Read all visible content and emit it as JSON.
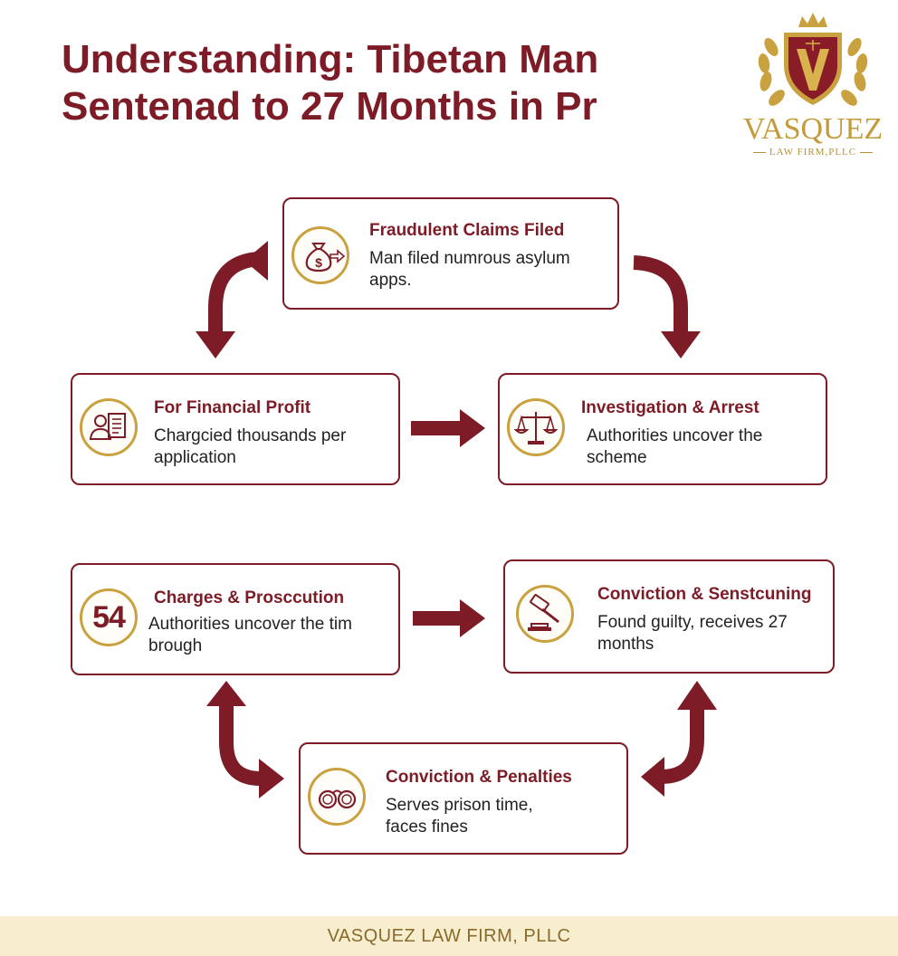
{
  "title": {
    "line1": "Understanding: Tibetan Man",
    "line2": "Sentenad to 27 Months in Pr"
  },
  "logo": {
    "name": "VASQUEZ",
    "sub": "LAW FIRM,PLLC"
  },
  "nodes": {
    "fraud": {
      "title": "Fraudulent Claims Filed",
      "desc": "Man filed numrous asylum apps.",
      "icon": "money-bag-icon"
    },
    "profit": {
      "title": "For Financial Profit",
      "desc": "Chargcied thousands per application",
      "icon": "person-document-icon"
    },
    "investigation": {
      "title": "Investigation & Arrest",
      "desc": "Authorities uncover the scheme",
      "icon": "scales-icon"
    },
    "charges": {
      "title": "Charges & Prosccution",
      "desc": "Authorities uncover the tim brough",
      "number": "54"
    },
    "conviction": {
      "title": "Conviction & Senstcuning",
      "desc": "Found guilty, receives 27 months",
      "icon": "gavel-icon"
    },
    "penalties": {
      "title": "Conviction & Penalties",
      "desc": "Serves prison time, faces fines",
      "icon": "handcuffs-icon"
    }
  },
  "colors": {
    "primary": "#7d1c26",
    "gold": "#c9a13f",
    "footer_bg": "#f6eecf"
  },
  "footer": {
    "text": "VASQUEZ LAW FIRM, PLLC"
  }
}
